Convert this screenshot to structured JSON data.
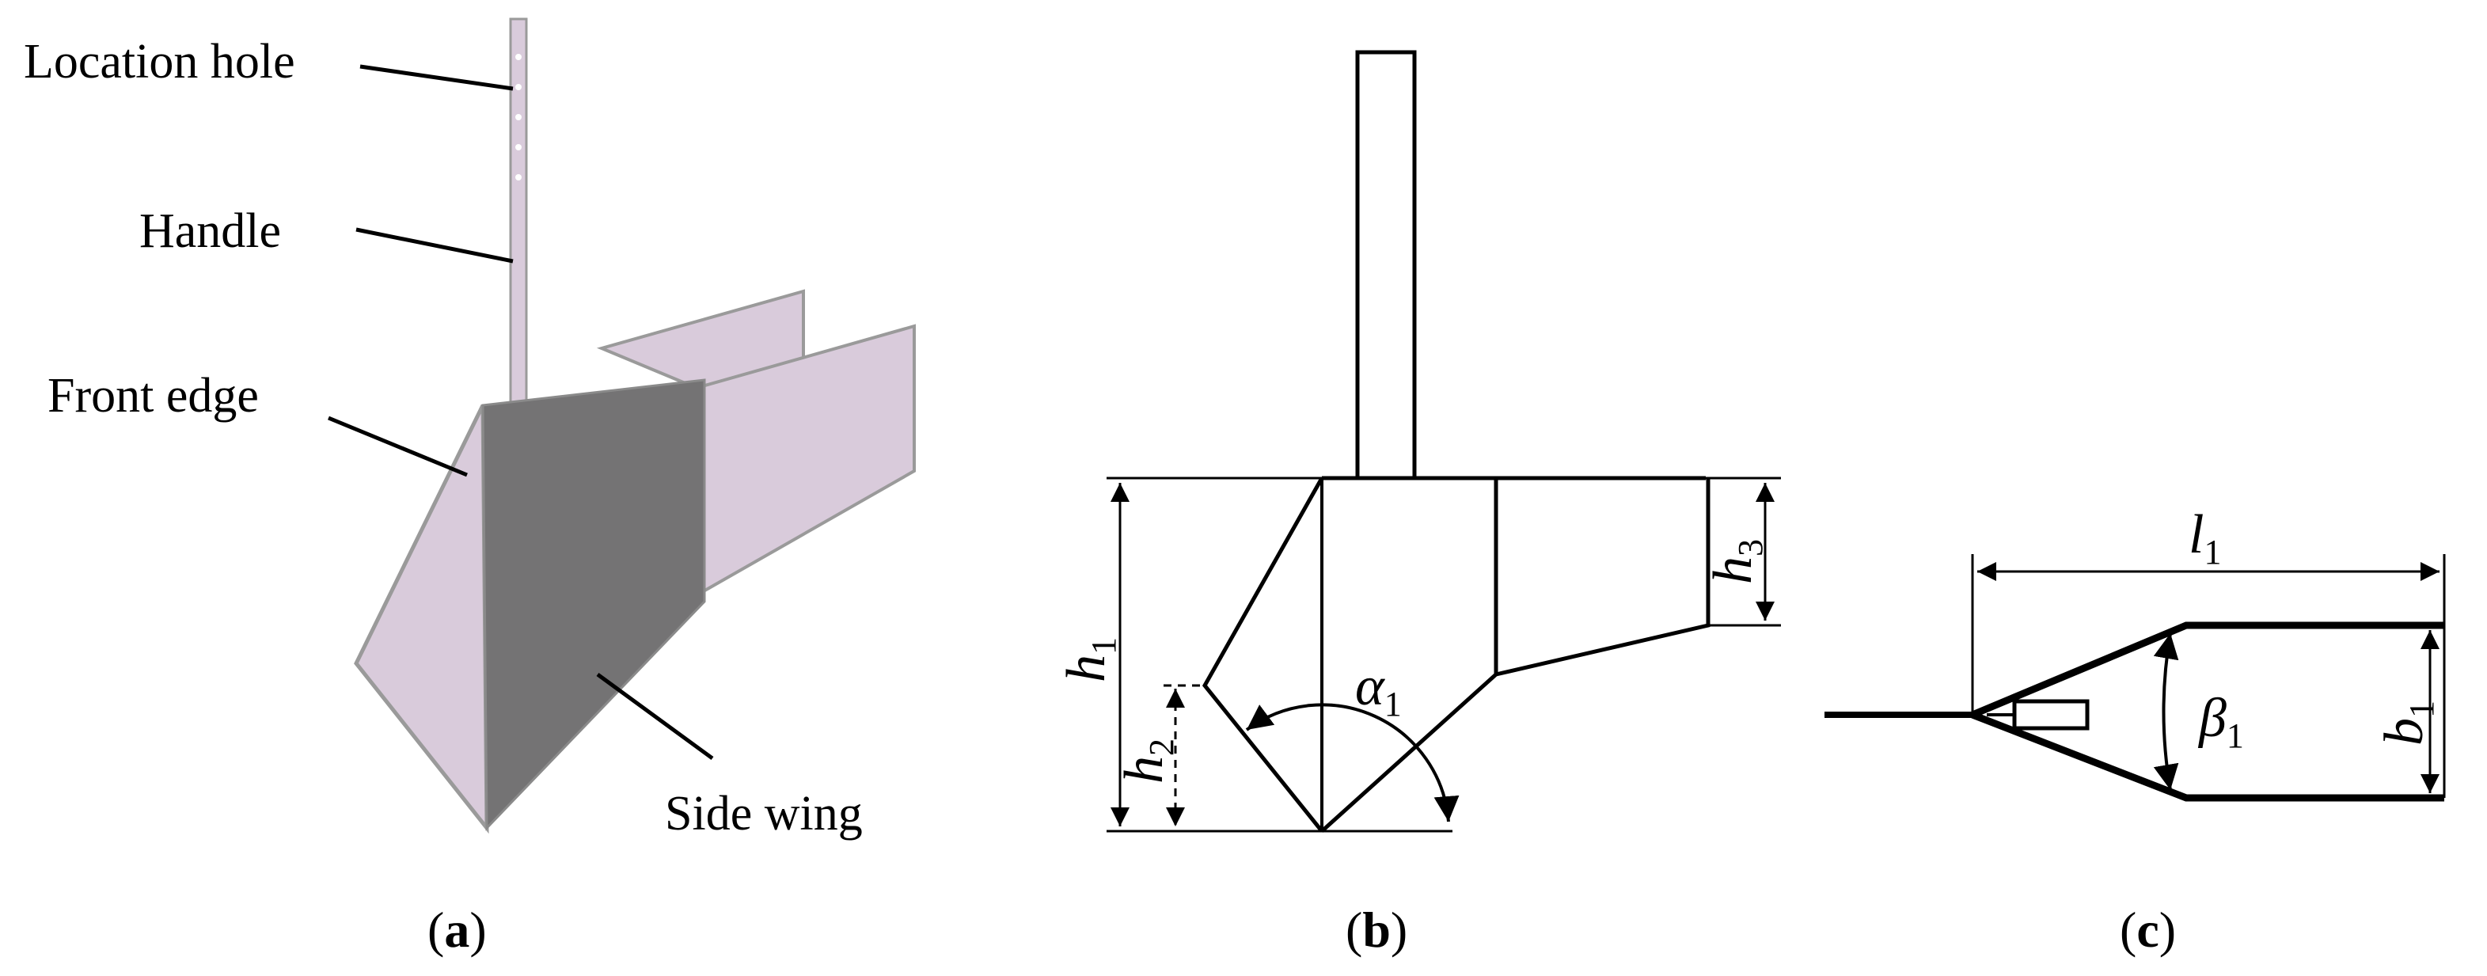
{
  "panel_a": {
    "labels": {
      "location_hole": "Location hole",
      "handle": "Handle",
      "front_edge": "Front edge",
      "side_wing": "Side wing"
    },
    "caption": {
      "open": "(",
      "letter": "a",
      "close": ")"
    },
    "colors": {
      "light_face": "#d9cbdb",
      "dark_face": "#747374",
      "edge": "#9a9a9a"
    }
  },
  "panel_b": {
    "symbols": {
      "h": "h",
      "alpha": "α"
    },
    "subscripts": {
      "h1": "1",
      "h2": "2",
      "h3": "3",
      "alpha1": "1"
    },
    "caption": {
      "open": "(",
      "letter": "b",
      "close": ")"
    }
  },
  "panel_c": {
    "symbols": {
      "l": "l",
      "beta": "β",
      "b": "b"
    },
    "subscripts": {
      "l1": "1",
      "beta1": "1",
      "b1": "1"
    },
    "caption": {
      "open": "(",
      "letter": "c",
      "close": ")"
    }
  }
}
